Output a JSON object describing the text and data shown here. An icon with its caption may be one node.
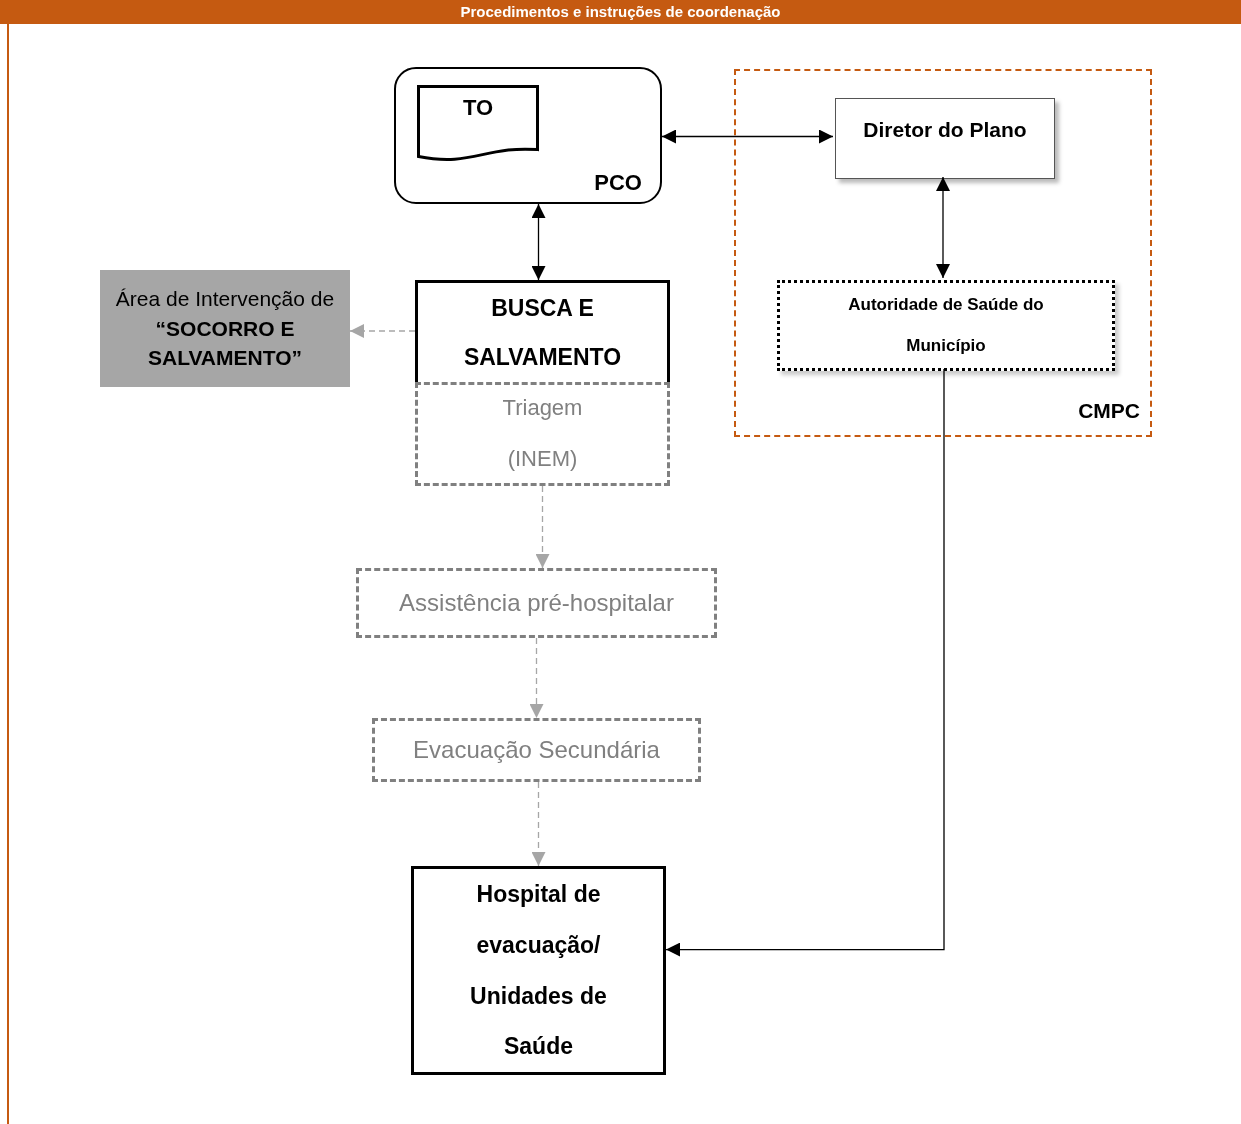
{
  "diagram": {
    "title": "Procedimentos e instruções de coordenação",
    "nodes": [
      {
        "text": [
          "PCO"
        ]
      },
      {
        "text": [
          "TO"
        ],
        "in": 0
      },
      {
        "text": [
          "CMPC"
        ]
      },
      {
        "text": [
          "Diretor do Plano"
        ],
        "in": 2
      },
      {
        "text": [
          "Autoridade de Saúde do Município"
        ],
        "in": 2
      },
      {
        "text": [
          "BUSCA E SALVAMENTO"
        ]
      },
      {
        "text": [
          "Área de Intervenção de **“SOCORRO E SALVAMENTO”**"
        ]
      },
      {
        "text": [
          "Triagem (INEM)"
        ]
      },
      {
        "text": [
          "Assistência pré-hospitalar"
        ]
      },
      {
        "text": [
          "Evacuação Secundária"
        ]
      },
      {
        "text": [
          "Hospital de evacuação/ Unidades de Saúde"
        ]
      }
    ],
    "edges": [
      {
        "from": 0,
        "to": 3,
        "arrow": "both"
      },
      {
        "from": 0,
        "to": 5,
        "arrow": "both"
      },
      {
        "from": 3,
        "to": 4,
        "arrow": "both"
      },
      {
        "from": 5,
        "to": 6,
        "arrow": "to",
        "style": "dashed",
        "color": "#a6a6a6"
      },
      {
        "from": 7,
        "to": 8,
        "arrow": "to",
        "style": "dashed",
        "color": "#a6a6a6"
      },
      {
        "from": 8,
        "to": 9,
        "arrow": "to",
        "style": "dashed",
        "color": "#a6a6a6"
      },
      {
        "from": 9,
        "to": 10,
        "arrow": "to",
        "style": "dashed",
        "color": "#a6a6a6"
      },
      {
        "from": 4,
        "to": 10,
        "arrow": "to"
      }
    ]
  }
}
